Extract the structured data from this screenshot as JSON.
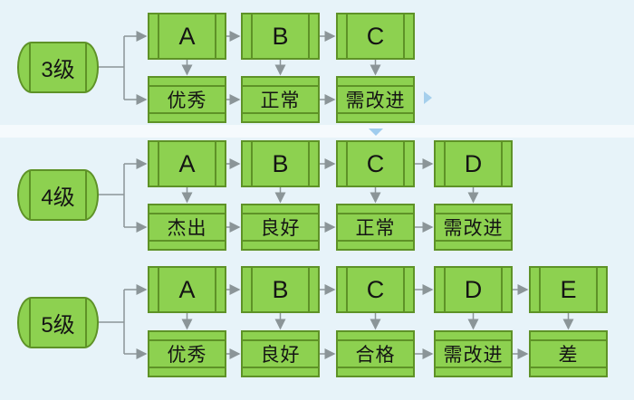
{
  "colors": {
    "background": "#e7f3f9",
    "node_fill": "#8dd150",
    "node_border": "#5e9227",
    "connector": "#8b9598",
    "text": "#141414",
    "nav_icon": "#a5cfec"
  },
  "nav": {
    "next_icon": "right-triangle",
    "scroll_down_icon": "down-triangle"
  },
  "diagram": {
    "rows": [
      {
        "level_label": "3级",
        "grades": [
          "A",
          "B",
          "C"
        ],
        "descriptions": [
          "优秀",
          "正常",
          "需改进"
        ]
      },
      {
        "level_label": "4级",
        "grades": [
          "A",
          "B",
          "C",
          "D"
        ],
        "descriptions": [
          "杰出",
          "良好",
          "正常",
          "需改进"
        ]
      },
      {
        "level_label": "5级",
        "grades": [
          "A",
          "B",
          "C",
          "D",
          "E"
        ],
        "descriptions": [
          "优秀",
          "良好",
          "合格",
          "需改进",
          "差"
        ]
      }
    ]
  }
}
